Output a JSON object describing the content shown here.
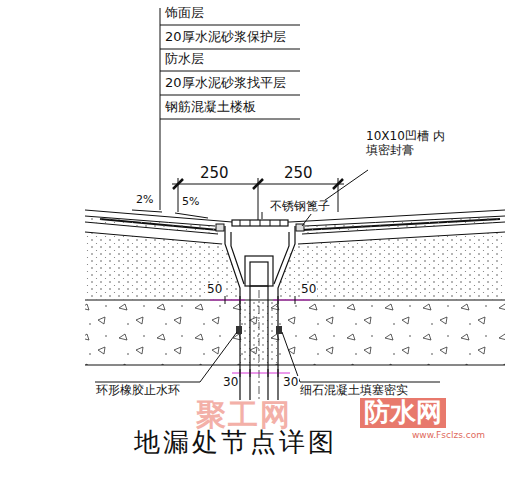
{
  "diagram": {
    "caption": "地漏处节点详图",
    "labels": [
      "饰面层",
      "20厚水泥砂浆保护层",
      "防水层",
      "20厚水泥砂浆找平层",
      "钢筋混凝土楼板",
      "250",
      "250",
      "10X10凹槽 内填密封膏",
      "不锈钢篦子",
      "2%",
      "5%",
      "50",
      "50",
      "环形橡胶止水环",
      "30",
      "30",
      "细石混凝土填塞密实",
      "聚工网",
      "防水网",
      "www.Fsclzs.com"
    ]
  }
}
